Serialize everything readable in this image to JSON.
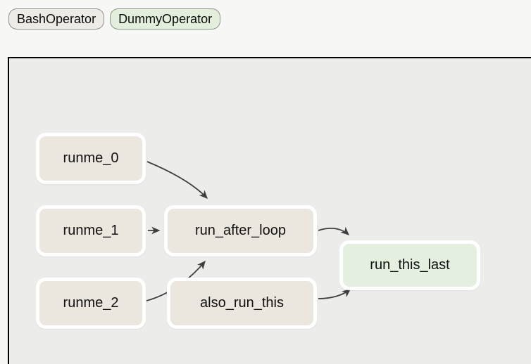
{
  "legend": {
    "items": [
      {
        "label": "BashOperator",
        "fill": "#edebe6",
        "border": "#8f8f8d"
      },
      {
        "label": "DummyOperator",
        "fill": "#e4eedd",
        "border": "#8b9489"
      }
    ]
  },
  "graph": {
    "nodes": [
      {
        "id": "runme_0",
        "label": "runme_0",
        "operator": "BashOperator",
        "fill": "#ebe6de"
      },
      {
        "id": "runme_1",
        "label": "runme_1",
        "operator": "BashOperator",
        "fill": "#ebe6de"
      },
      {
        "id": "runme_2",
        "label": "runme_2",
        "operator": "BashOperator",
        "fill": "#ebe6de"
      },
      {
        "id": "run_after_loop",
        "label": "run_after_loop",
        "operator": "BashOperator",
        "fill": "#ebe6de"
      },
      {
        "id": "also_run_this",
        "label": "also_run_this",
        "operator": "BashOperator",
        "fill": "#ebe6de"
      },
      {
        "id": "run_this_last",
        "label": "run_this_last",
        "operator": "DummyOperator",
        "fill": "#e4efdf"
      }
    ],
    "edges": [
      {
        "from": "runme_0",
        "to": "run_after_loop"
      },
      {
        "from": "runme_1",
        "to": "run_after_loop"
      },
      {
        "from": "runme_2",
        "to": "run_after_loop"
      },
      {
        "from": "run_after_loop",
        "to": "run_this_last"
      },
      {
        "from": "also_run_this",
        "to": "run_this_last"
      }
    ],
    "edge_color": "#3f3f3f",
    "panel_background": "#ececeb",
    "panel_border": "#000000"
  }
}
